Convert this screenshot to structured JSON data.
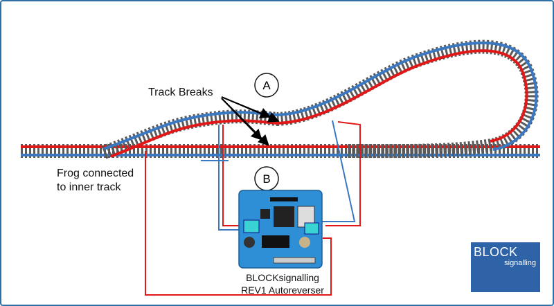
{
  "labels": {
    "track_breaks": "Track Breaks",
    "frog_line1": "Frog connected",
    "frog_line2": "to inner track",
    "marker_a": "A",
    "marker_b": "B"
  },
  "module": {
    "caption_line1": "BLOCKsignalling",
    "caption_line2": "REV1 Autoreverser"
  },
  "logo": {
    "title": "BLOCK",
    "subtitle": "signalling",
    "color": "#2f63a8"
  },
  "colors": {
    "frame": "#2e6fa6",
    "rail_red": "#e01818",
    "rail_blue": "#3a78c2",
    "sleepers": "#4a4a4a",
    "board": "#2f8fd6"
  }
}
